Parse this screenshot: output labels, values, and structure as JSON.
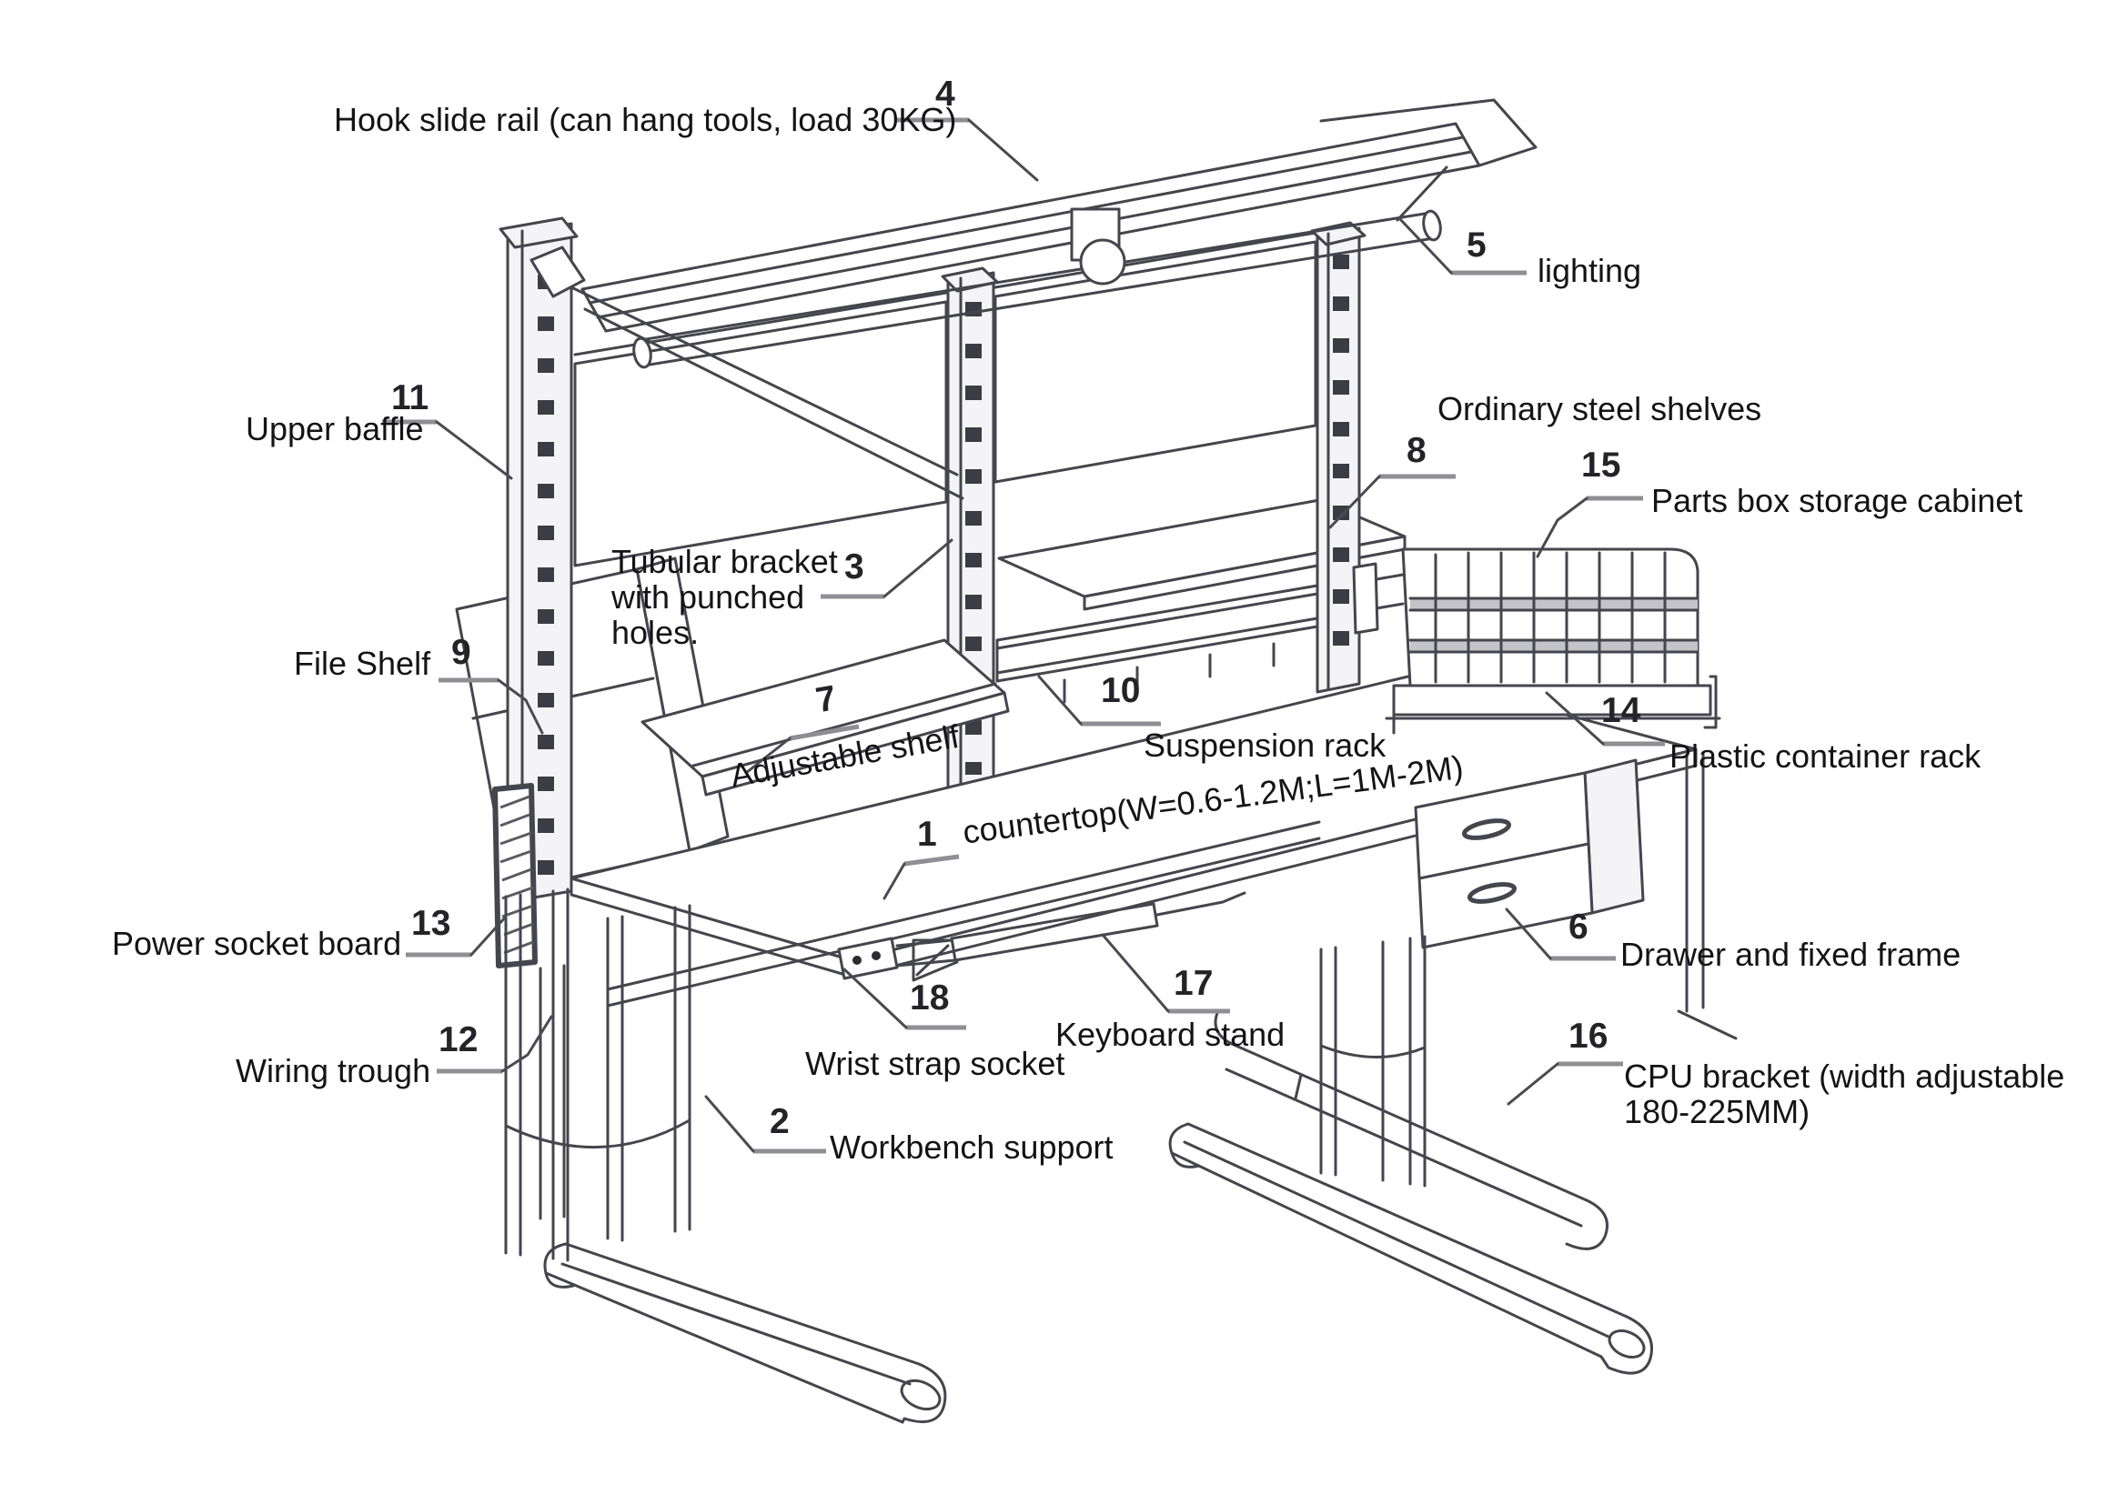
{
  "figure": {
    "type": "technical-line-diagram",
    "subject": "industrial workbench exploded/labeled view",
    "colors": {
      "background": "#ffffff",
      "line": "#45454d",
      "text": "#141416",
      "number": "#232328",
      "underline": "#8e8e93",
      "grid_band": "#c3c3c9"
    },
    "callouts": {
      "c1": {
        "num": "1",
        "label": "countertop(W=0.6-1.2M;L=1M-2M)"
      },
      "c2": {
        "num": "2",
        "label": "Workbench support"
      },
      "c3": {
        "num": "3",
        "label": "Tubular bracket with punched holes.",
        "lines": [
          "Tubular bracket",
          "with punched",
          "holes."
        ]
      },
      "c4": {
        "num": "4",
        "label": "Hook slide rail (can hang tools, load 30KG)"
      },
      "c5": {
        "num": "5",
        "label": "lighting"
      },
      "c6": {
        "num": "6",
        "label": "Drawer and fixed frame"
      },
      "c7": {
        "num": "7",
        "label": "Adjustable shelf"
      },
      "c8": {
        "num": "8",
        "label": "Ordinary steel shelves"
      },
      "c9": {
        "num": "9",
        "label": "File Shelf"
      },
      "c10": {
        "num": "10",
        "label": "Suspension rack"
      },
      "c11": {
        "num": "11",
        "label": "Upper baffle"
      },
      "c12": {
        "num": "12",
        "label": "Wiring trough"
      },
      "c13": {
        "num": "13",
        "label": "Power socket board"
      },
      "c14": {
        "num": "14",
        "label": "Plastic container rack"
      },
      "c15": {
        "num": "15",
        "label": "Parts box storage cabinet"
      },
      "c16": {
        "num": "16",
        "label": "CPU bracket (width adjustable 180-225MM)",
        "lines": [
          "CPU bracket (width adjustable",
          "180-225MM)"
        ]
      },
      "c17": {
        "num": "17",
        "label": "Keyboard stand"
      },
      "c18": {
        "num": "18",
        "label": "Wrist strap socket"
      }
    }
  }
}
